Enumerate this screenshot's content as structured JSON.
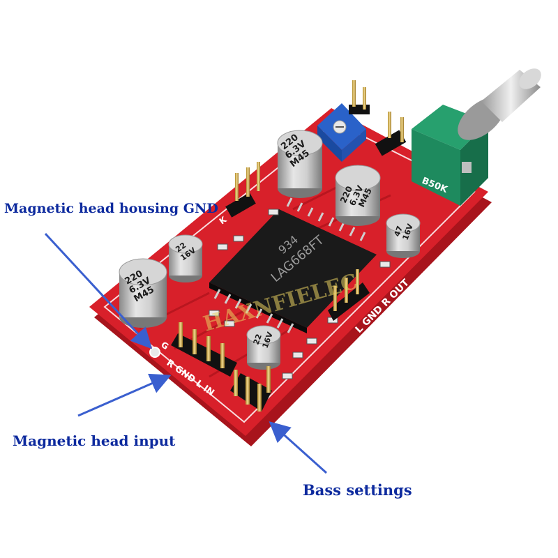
{
  "callouts": {
    "housing_gnd": "Magnetic head housing GND",
    "head_input": "Magnetic head input",
    "bass_settings": "Bass settings"
  },
  "board": {
    "chip_brand": "934",
    "chip_model": "LAG668FT",
    "watermark": "HAXNFIELEC",
    "pot_code": "B50K",
    "silkscreen": {
      "output": "L GND R OUT",
      "input": "R GND L IN",
      "housing_pin": "G",
      "k_label": "K"
    },
    "capacitors": {
      "large_left": [
        "220",
        "6.3V",
        "M45"
      ],
      "large_top": [
        "220",
        "6.3V",
        "M45"
      ],
      "large_mid": [
        "220",
        "6.3V",
        "M45"
      ],
      "small_left": [
        "22",
        "16V"
      ],
      "small_right": [
        "47",
        "16V"
      ],
      "small_bottom": [
        "22",
        "16V"
      ]
    }
  },
  "colors": {
    "callout_text": "#0d2a9e",
    "arrow": "#3a5fcf",
    "pcb": "#d8202a",
    "pcb_edge": "#a8141c",
    "trimmer": "#2a62c9",
    "pot_body": "#1e8a5e"
  }
}
